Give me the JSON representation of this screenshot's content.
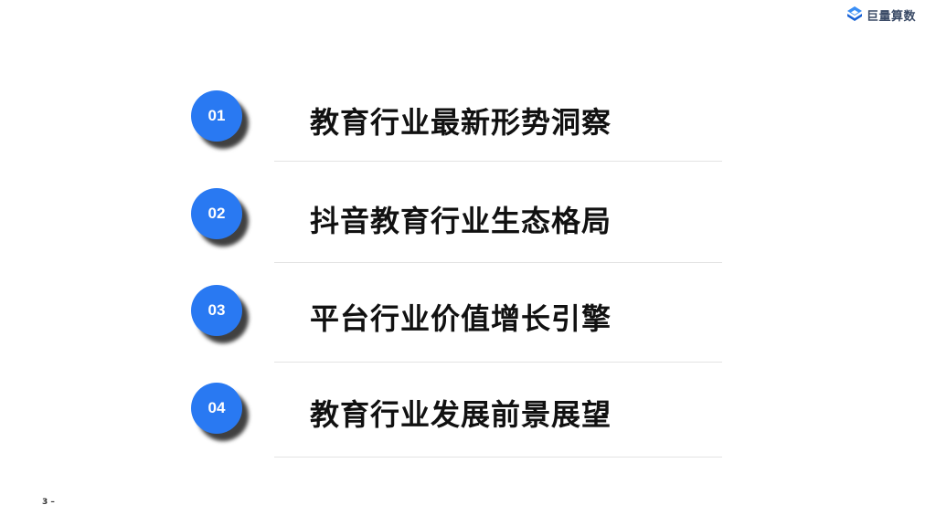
{
  "brand": {
    "logo_text": "巨量算数",
    "accent_color": "#2979f2",
    "logo_icon": "diamond-stack-icon"
  },
  "agenda": {
    "items": [
      {
        "number": "01",
        "title": "教育行业最新形势洞察"
      },
      {
        "number": "02",
        "title": "抖音教育行业生态格局"
      },
      {
        "number": "03",
        "title": "平台行业价值增长引擎"
      },
      {
        "number": "04",
        "title": "教育行业发展前景展望"
      }
    ]
  },
  "footer": {
    "page_number": "3 –"
  }
}
